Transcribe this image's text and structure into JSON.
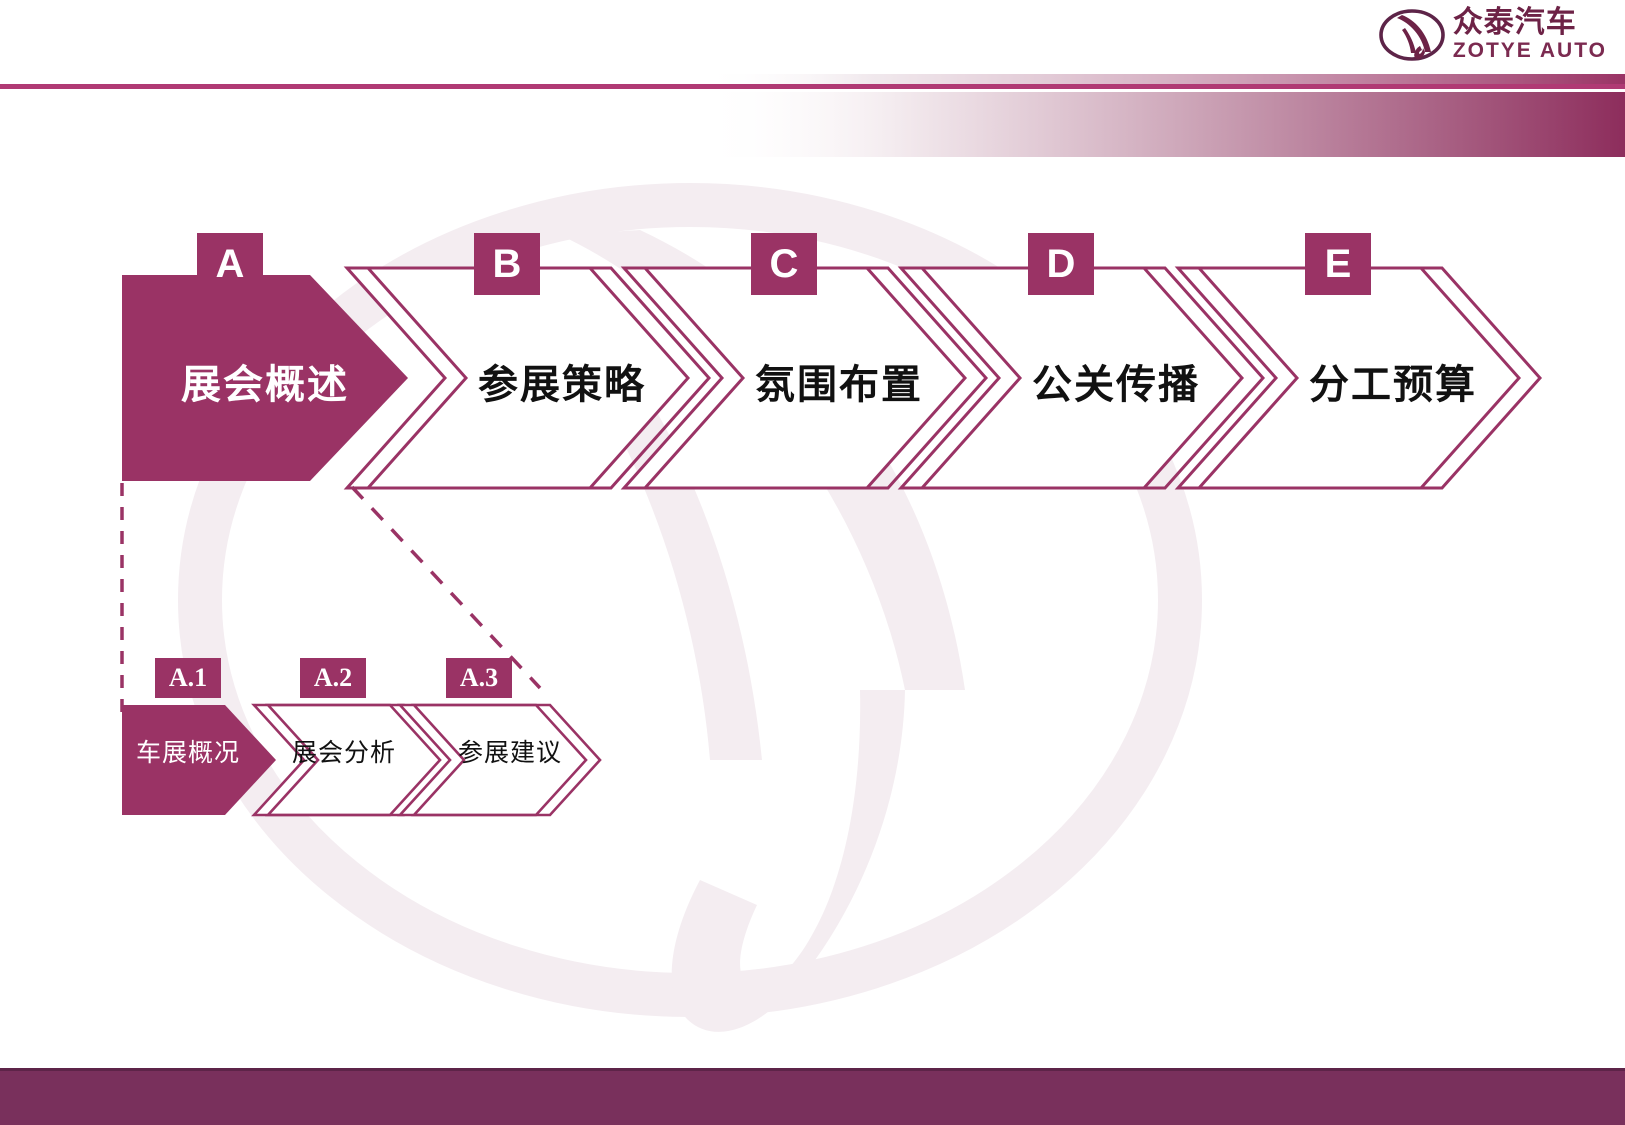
{
  "brand": {
    "emblem_icon": "zotye-emblem-icon",
    "name_cn": "众泰汽车",
    "name_en": "ZOTYE AUTO"
  },
  "theme": {
    "primary": "#9a3365",
    "primary_dark": "#79305c",
    "outline": "#9a3365",
    "footer": "#79305c",
    "text_dark": "#111111",
    "text_light": "#ffffff",
    "watermark": "#f2eaee"
  },
  "watermark": {
    "icon": "zotye-emblem-watermark-icon"
  },
  "main_flow": [
    {
      "key": "A",
      "label": "展会概述",
      "active": true
    },
    {
      "key": "B",
      "label": "参展策略",
      "active": false
    },
    {
      "key": "C",
      "label": "氛围布置",
      "active": false
    },
    {
      "key": "D",
      "label": "公关传播",
      "active": false
    },
    {
      "key": "E",
      "label": "分工预算",
      "active": false
    }
  ],
  "sub_flow": [
    {
      "key": "A.1",
      "label": "车展概况",
      "active": true
    },
    {
      "key": "A.2",
      "label": "展会分析",
      "active": false
    },
    {
      "key": "A.3",
      "label": "参展建议",
      "active": false
    }
  ]
}
